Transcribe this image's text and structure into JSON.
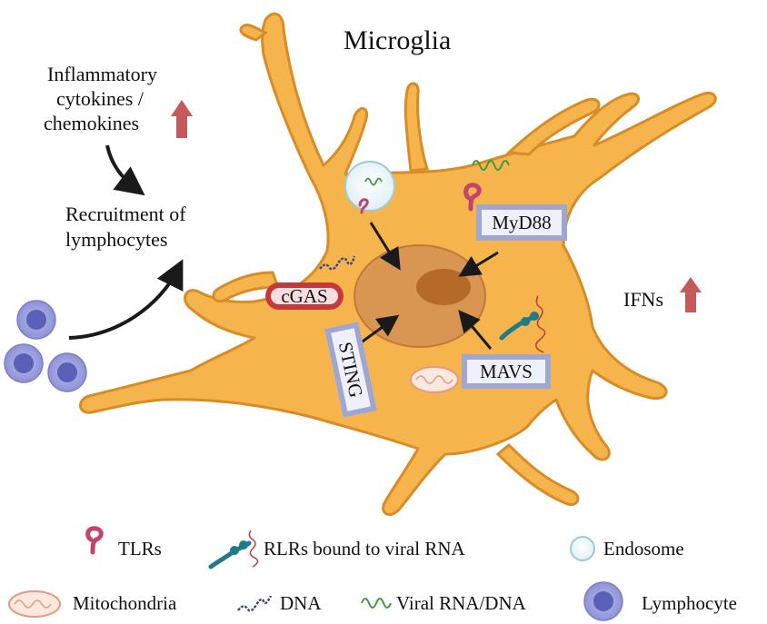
{
  "title": "Microglia",
  "inflammatory": [
    "Inflammatory",
    "cytokines /",
    "chemokines"
  ],
  "recruitment": [
    "Recruitment of",
    "lymphocytes"
  ],
  "ifns": "IFNs",
  "labels": {
    "cgas": "cGAS",
    "sting": "STING",
    "myd88": "MyD88",
    "mavs": "MAVS"
  },
  "legend": {
    "tlrs": "TLRs",
    "rlrs": "RLRs bound to viral RNA",
    "endosome": "Endosome",
    "mitochondria": "Mitochondria",
    "dna": "DNA",
    "viral": "Viral RNA/DNA",
    "lymphocyte": "Lymphocyte"
  },
  "colors": {
    "cell_fill": "#f6b44d",
    "cell_stroke": "#d98c26",
    "nucleus": "#d99552",
    "nucleolus": "#b56a2a",
    "box_border": "#9fa6cf",
    "cgas_border": "#c43a3a",
    "up_arrow": "#c55a5a",
    "tlr": "#c2446a",
    "rlr": "#1f7a8c",
    "viral": "#3e9a3e",
    "dna": "#3a4a8a",
    "lymphocyte": "#8e92d6",
    "lymphocyte_core": "#5a5fb8"
  }
}
